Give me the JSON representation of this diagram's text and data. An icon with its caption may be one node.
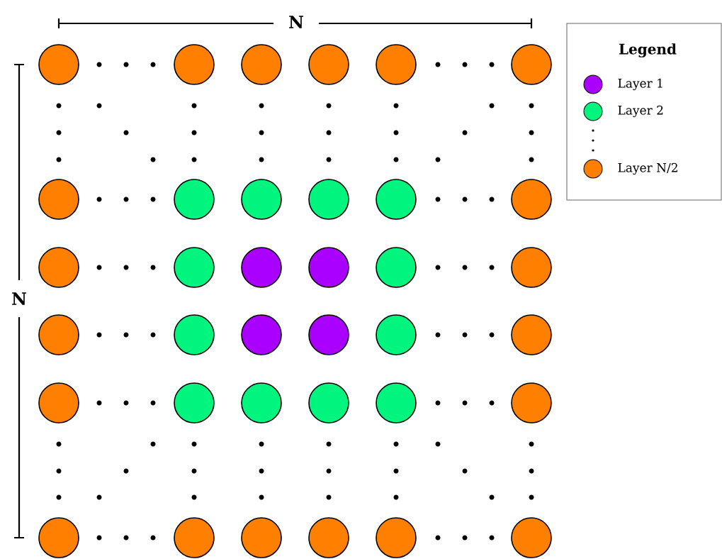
{
  "diagram": {
    "labels": [
      "N",
      "Legend",
      "N"
    ],
    "legend": [
      {
        "text": "Layer 1",
        "color": "#aa00ff"
      },
      {
        "text": "Layer 2",
        "color": "#00f57f"
      },
      {
        "text": "Layer N/2",
        "color": "#ff7f00"
      }
    ]
  }
}
